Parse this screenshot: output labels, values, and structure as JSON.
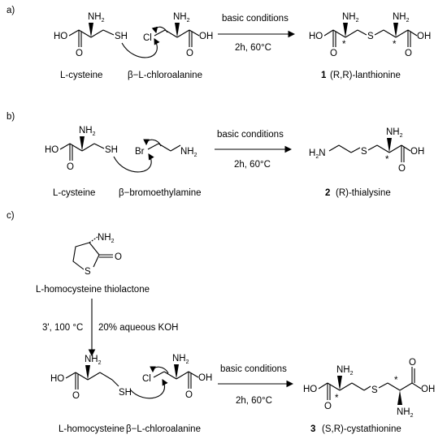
{
  "panels": {
    "a": {
      "label": "a)",
      "conditions_top": "basic conditions",
      "conditions_bottom": "2h, 60°C",
      "reactant1_name": "L-cysteine",
      "reactant2_name": "β−L-chloroalanine",
      "product_number": "1",
      "product_name": "(R,R)-lanthionine"
    },
    "b": {
      "label": "b)",
      "conditions_top": "basic conditions",
      "conditions_bottom": "2h, 60°C",
      "reactant1_name": "L-cysteine",
      "reactant2_name": "β−bromoethylamine",
      "product_number": "2",
      "product_name": "(R)-thialysine"
    },
    "c": {
      "label": "c)",
      "start_name": "L-homocysteine thiolactone",
      "step1_left": "3', 100 °C",
      "step1_right": "20% aqueous KOH",
      "conditions_top": "basic conditions",
      "conditions_bottom": "2h, 60°C",
      "reactant1_name": "L-homocysteine",
      "reactant2_name": "β−L-chloroalanine",
      "product_number": "3",
      "product_name": "(S,R)-cystathionine"
    }
  },
  "atoms": {
    "nh2": "NH",
    "sub2": "2",
    "h2n": "H",
    "n": "N",
    "ho": "HO",
    "oh": "OH",
    "o": "O",
    "sh": "SH",
    "s": "S",
    "cl": "Cl",
    "br": "Br",
    "star": "*"
  }
}
